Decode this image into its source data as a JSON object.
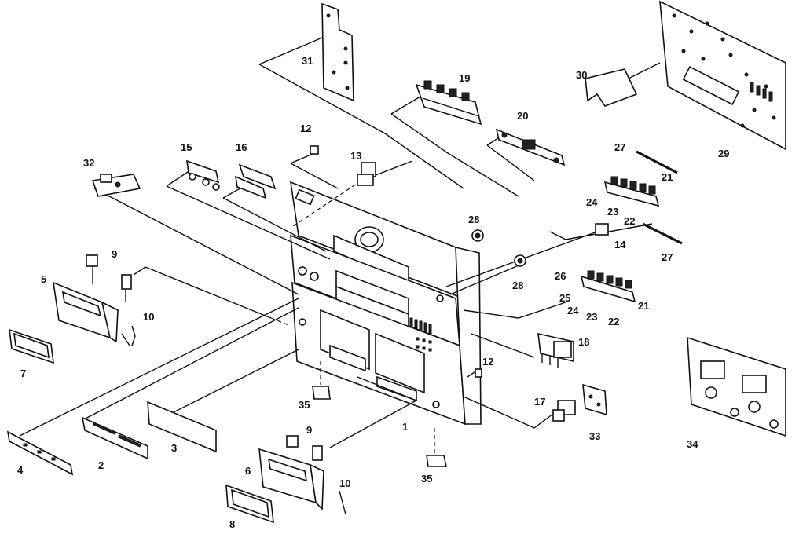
{
  "callouts": {
    "c1": "1",
    "c2": "2",
    "c3": "3",
    "c4": "4",
    "c5": "5",
    "c6": "6",
    "c7": "7",
    "c8": "8",
    "c9a": "9",
    "c9b": "9",
    "c10a": "10",
    "c10b": "10",
    "c12a": "12",
    "c12b": "12",
    "c13": "13",
    "c14": "14",
    "c15": "15",
    "c16": "16",
    "c17": "17",
    "c18": "18",
    "c19": "19",
    "c20": "20",
    "c21a": "21",
    "c21b": "21",
    "c22a": "22",
    "c22b": "22",
    "c23a": "23",
    "c23b": "23",
    "c24a": "24",
    "c24b": "24",
    "c25": "25",
    "c26": "26",
    "c27a": "27",
    "c27b": "27",
    "c28a": "28",
    "c28b": "28",
    "c29": "29",
    "c30": "30",
    "c31": "31",
    "c32": "32",
    "c33": "33",
    "c34": "34",
    "c35a": "35",
    "c35b": "35"
  }
}
